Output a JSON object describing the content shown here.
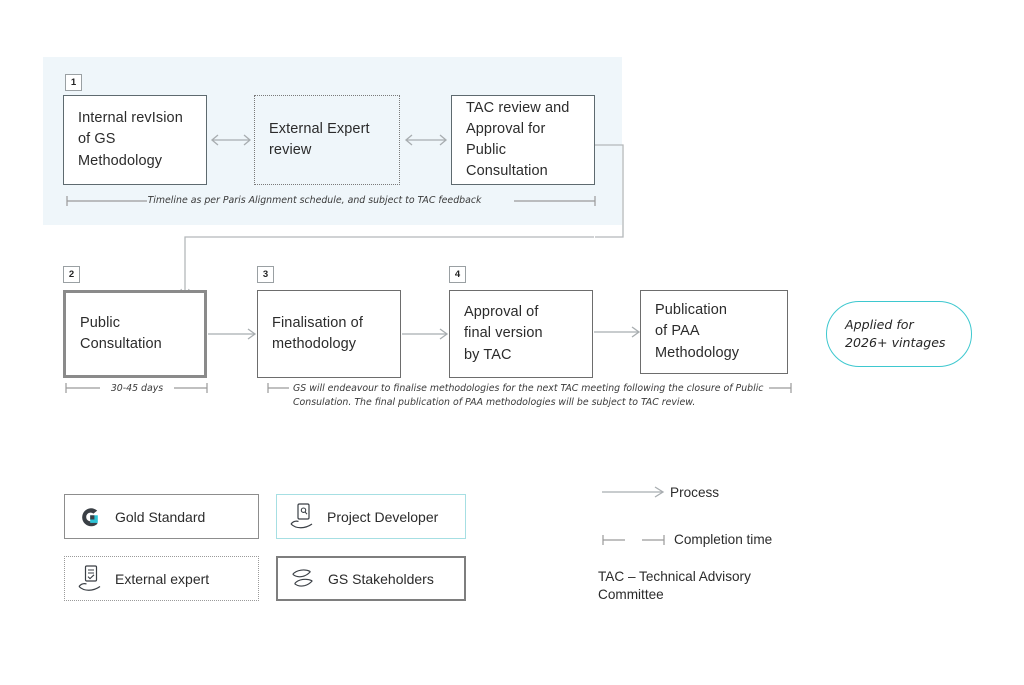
{
  "diagram": {
    "title": "Gold Standard PAA methodology revision process",
    "accent_color": "#3ec8cf",
    "panel_color": "#eff6fa",
    "line_color": "#9a9a9a"
  },
  "phase1": {
    "step_number": "1",
    "boxes": [
      {
        "id": "internal-revision",
        "label": "Internal revIsion\nof GS\nMethodology",
        "style": "solid"
      },
      {
        "id": "external-expert-review",
        "label": "External Expert\nreview",
        "style": "dotted"
      },
      {
        "id": "tac-review-approval",
        "label": "TAC review and\nApproval for\nPublic\nConsultation",
        "style": "solid"
      }
    ],
    "timeline_caption": "Timeline as per Paris Alignment schedule, and subject to TAC feedback"
  },
  "phase2": {
    "boxes": [
      {
        "id": "public-consultation",
        "step_number": "2",
        "label": "Public\nConsultation",
        "style": "thick"
      },
      {
        "id": "finalisation-of-methodology",
        "step_number": "3",
        "label": "Finalisation of\nmethodology",
        "style": "thin"
      },
      {
        "id": "approval-final-version",
        "step_number": "4",
        "label": "Approval of\nfinal version\nby TAC",
        "style": "thin"
      },
      {
        "id": "publication-paa-methodology",
        "step_number": "",
        "label": "Publication\nof PAA\nMethodology",
        "style": "thin"
      }
    ],
    "consultation_duration_caption": "30-45 days",
    "finalisation_caption": "GS will endeavour to finalise methodologies for the next TAC meeting following the closure of Public\nConsulation. The final publication of PAA methodologies will be subject to TAC review."
  },
  "vintage_note": {
    "label": "Applied for\n2026+ vintages"
  },
  "legend": {
    "actors": [
      {
        "id": "gold-standard",
        "label": "Gold Standard",
        "icon": "gold-standard-logo-icon",
        "style": "solid"
      },
      {
        "id": "project-developer",
        "label": "Project Developer",
        "icon": "hand-document-icon",
        "style": "cyan"
      },
      {
        "id": "external-expert",
        "label": "External expert",
        "icon": "hand-checklist-icon",
        "style": "dotted"
      },
      {
        "id": "gs-stakeholders",
        "label": "GS Stakeholders",
        "icon": "two-hands-icon",
        "style": "thick"
      }
    ],
    "symbols": [
      {
        "id": "process",
        "label": "Process",
        "icon": "arrow-right-icon"
      },
      {
        "id": "completion-time",
        "label": "Completion time",
        "icon": "measure-bar-icon"
      }
    ],
    "abbreviation": "TAC – Technical Advisory\n        Committee"
  }
}
